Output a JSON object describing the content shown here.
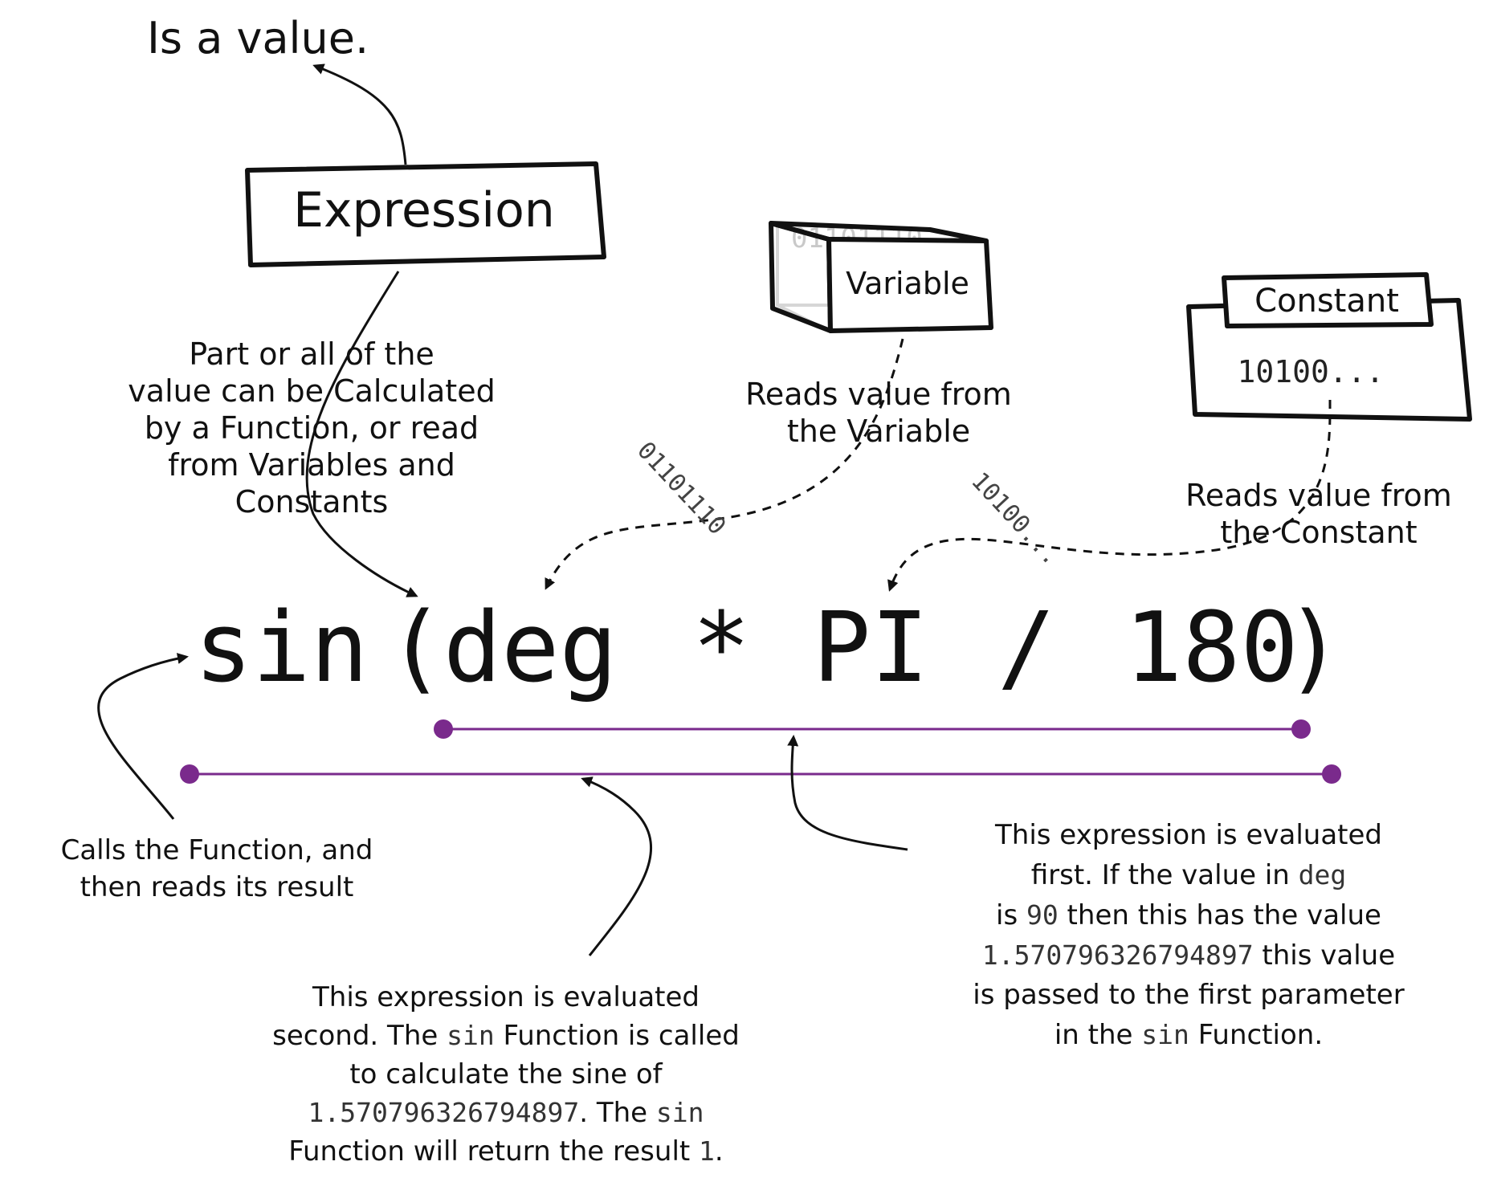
{
  "top_label": "Is a value.",
  "expression_box": {
    "label": "Expression"
  },
  "variable_box": {
    "label": "Variable",
    "bits": "01101110"
  },
  "constant_box": {
    "label": "Constant",
    "value": "10100..."
  },
  "part_caption": {
    "lines": [
      "Part or all of the",
      "value can be Calculated",
      "by a Function, or read",
      "from Variables and",
      "Constants"
    ]
  },
  "reads_variable_caption": {
    "lines": [
      "Reads value from",
      "the Variable"
    ]
  },
  "reads_constant_caption": {
    "lines": [
      "Reads value from",
      "the Constant"
    ]
  },
  "flow_bits": {
    "variable": "01101110",
    "constant": "10100..."
  },
  "code": {
    "fn": "sin",
    "open": "(",
    "var": "deg",
    "mul": "*",
    "const": "PI",
    "div": "/",
    "num": "180",
    "close": ")"
  },
  "calls_caption": {
    "lines": [
      "Calls the Function, and",
      "then reads its result"
    ]
  },
  "first_caption": {
    "l1": "This expression is evaluated",
    "l2a": "first. If the value in ",
    "l2b": "deg",
    "l3a": "is ",
    "l3b": "90",
    "l3c": " then this has the value",
    "l4a": "1.570796326794897",
    "l4b": "  this value",
    "l5": "is passed to the first parameter",
    "l6a": "in the ",
    "l6b": "sin",
    "l6c": " Function."
  },
  "second_caption": {
    "l1": "This expression is evaluated",
    "l2a": "second. The ",
    "l2b": "sin",
    "l2c": " Function is called",
    "l3": "to calculate the sine of",
    "l4a": "1.570796326794897",
    "l4b": ". The ",
    "l4c": "sin",
    "l5a": "Function will return the result ",
    "l5b": "1",
    "l5c": "."
  },
  "colors": {
    "ink": "#111111",
    "accent": "#7a2a8c",
    "ghost": "#d6d6d6"
  }
}
